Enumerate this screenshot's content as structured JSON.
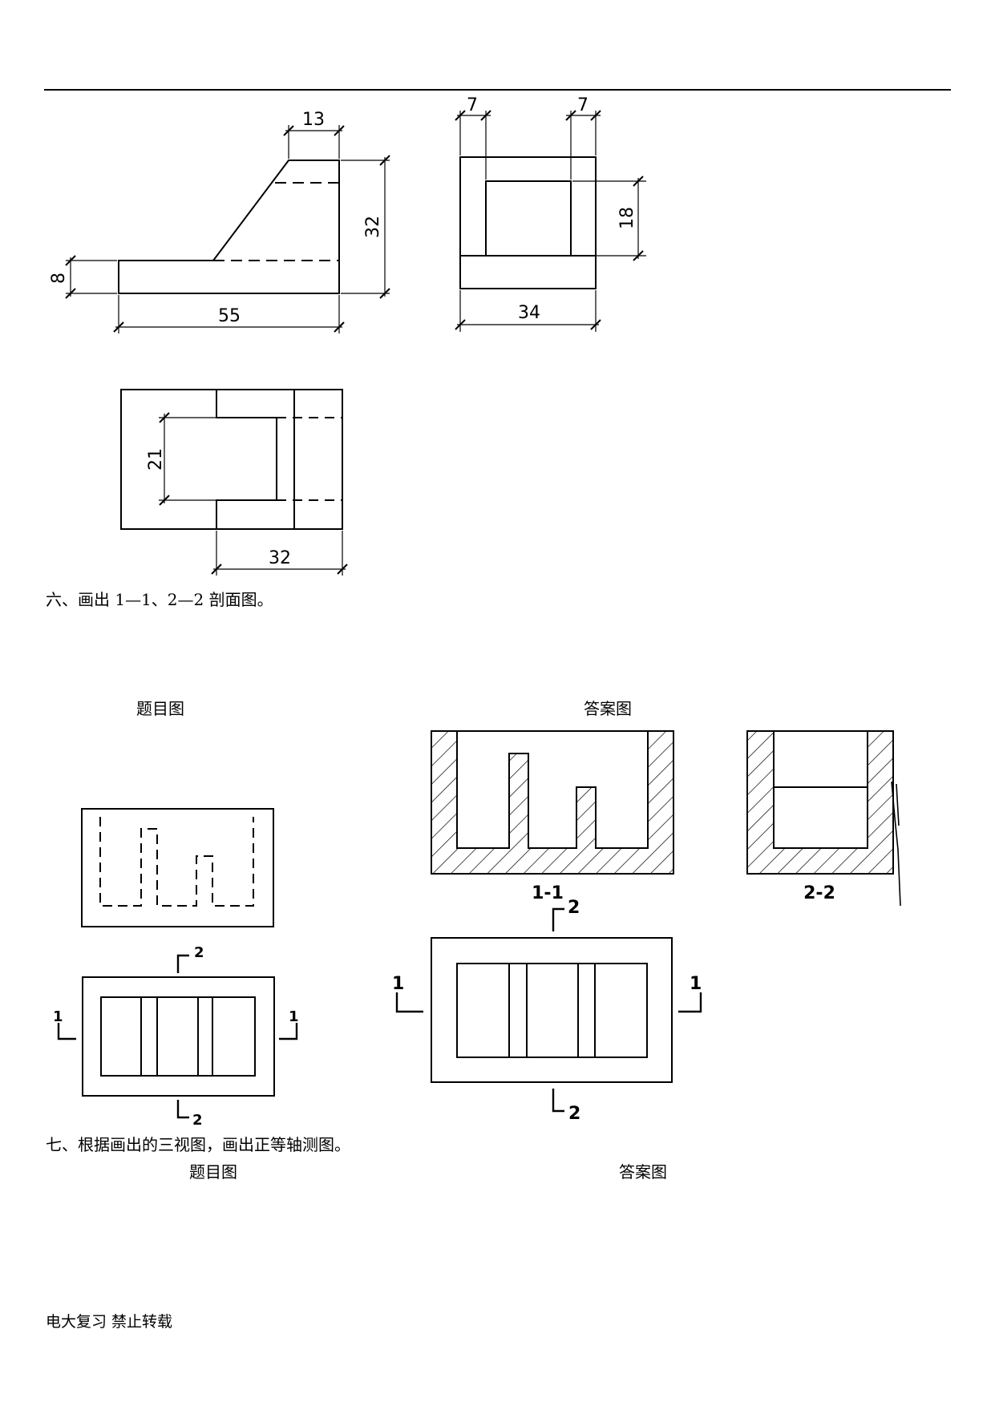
{
  "problem5": {
    "dims": {
      "d13": "13",
      "d32_front": "32",
      "d8": "8",
      "d55": "55",
      "d7_left": "7",
      "d7_right": "7",
      "d18": "18",
      "d34": "34",
      "d21": "21",
      "d32_top": "32"
    }
  },
  "problem6": {
    "heading": "六、画出 1—1、2—2 剖面图。",
    "question_caption": "题目图",
    "answer_caption": "答案图",
    "cut_labels": {
      "one": "1",
      "two": "2"
    },
    "section_labels": {
      "s11": "1-1",
      "s22": "2-2"
    }
  },
  "problem7": {
    "heading": "七、根据画出的三视图，画出正等轴测图。",
    "question_caption": "题目图",
    "answer_caption": "答案图"
  },
  "footer": {
    "text": "电大复习 禁止转载"
  }
}
